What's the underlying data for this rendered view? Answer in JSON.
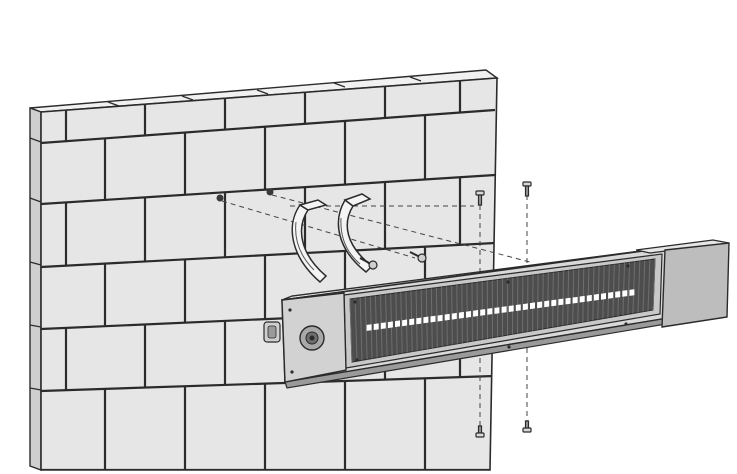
{
  "diagram": {
    "kind": "exploded-assembly",
    "components": [
      "brick-wall",
      "wall-anchor-holes",
      "mounting-brackets",
      "mounting-screws",
      "heater-body",
      "heating-element",
      "cable-gland",
      "end-cap",
      "fixing-bolts"
    ]
  },
  "colors": {
    "wall_face": "#e6e6e6",
    "wall_top": "#f1f1f1",
    "wall_side": "#cfcfcf",
    "mortar": "#2b2b2b",
    "heater_face": "#d9d9d9",
    "heater_side": "#9a9a9a",
    "grille": "#4d4d4d",
    "slot": "#ffffff",
    "end_cap": "#bdbdbd"
  }
}
